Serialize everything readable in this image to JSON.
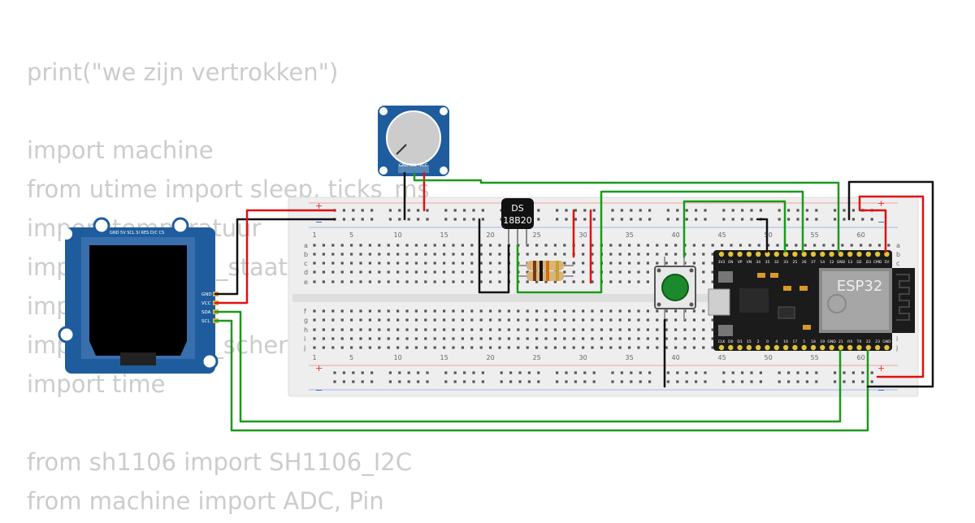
{
  "code_lines": [
    "print(\"we zijn vertrokken\")",
    "",
    "import machine",
    "from utime import sleep, ticks_ms",
    "import temperatuur",
    "import toestand_staat",
    "import servo",
    "import ssd1306_scherm",
    "import time",
    "",
    "from sh1106 import SH1106_I2C",
    "from machine import ADC, Pin"
  ],
  "breadboard": {
    "rows_top": [
      "a",
      "b",
      "c",
      "d",
      "e"
    ],
    "rows_bottom": [
      "f",
      "g",
      "h",
      "i",
      "j"
    ],
    "column_numbers": [
      "1",
      "5",
      "10",
      "15",
      "20",
      "25",
      "30",
      "35",
      "40",
      "45",
      "50",
      "55",
      "60"
    ],
    "rail_plus": "+",
    "rail_minus": "−"
  },
  "oled": {
    "pins": [
      "GND",
      "VCC",
      "SDA",
      "SCL"
    ],
    "top_pins": "GND 5V SCL SI RES D/C CS"
  },
  "potentiometer": {
    "pins": [
      "GND",
      "SIG",
      "VCC"
    ]
  },
  "sensor": {
    "line1": "DS",
    "line2": "18B20"
  },
  "esp32": {
    "label": "ESP32",
    "top_pins": [
      "3V3",
      "EN",
      "VP",
      "VN",
      "34",
      "35",
      "32",
      "33",
      "25",
      "26",
      "27",
      "14",
      "12",
      "GND",
      "13",
      "D2",
      "D3",
      "CMD",
      "5V"
    ],
    "bottom_pins": [
      "CLK",
      "D0",
      "D1",
      "15",
      "2",
      "0",
      "4",
      "16",
      "17",
      "5",
      "18",
      "19",
      "GND",
      "21",
      "RX",
      "TX",
      "22",
      "23",
      "GND"
    ]
  },
  "colors": {
    "wire_red": "#e01010",
    "wire_black": "#111111",
    "wire_green": "#1a9a1a",
    "board_blue": "#1f5c9e",
    "esp_black": "#1b1b1b",
    "button_green": "#1c8a2c"
  }
}
